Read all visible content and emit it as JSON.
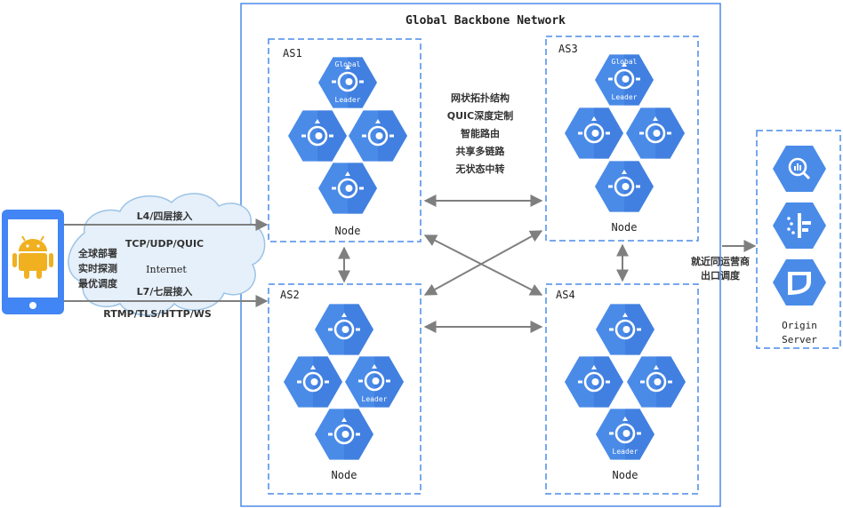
{
  "backbone": {
    "title": "Global Backbone Network"
  },
  "clusters": [
    {
      "id": "as1",
      "name": "AS1",
      "node_label": "Node"
    },
    {
      "id": "as2",
      "name": "AS2",
      "node_label": "Node"
    },
    {
      "id": "as3",
      "name": "AS3",
      "node_label": "Node"
    },
    {
      "id": "as4",
      "name": "AS4",
      "node_label": "Node"
    }
  ],
  "node_text": {
    "global_leader_line1": "Global",
    "global_leader_line2": "Leader",
    "leader": "Leader"
  },
  "features": [
    "网状拓扑结构",
    "QUIC深度定制",
    "智能路由",
    "共享多链路",
    "无状态中转"
  ],
  "client": {
    "capabilities": [
      "全球部署",
      "实时探测",
      "最优调度"
    ],
    "cloud_label": "Internet",
    "l4": {
      "title": "L4/四层接入",
      "protocols": "TCP/UDP/QUIC"
    },
    "l7": {
      "title": "L7/七层接入",
      "protocols": "RTMP/TLS/HTTP/WS"
    }
  },
  "egress": {
    "line1": "就近同运营商",
    "line2": "出口调度"
  },
  "origin": {
    "line1": "Origin",
    "line2": "Server"
  },
  "colors": {
    "blue": "#4285f4",
    "hex_blue": "#4a8be8",
    "arrow_gray": "#7f7f7f",
    "cloud_fill": "#e6f0fa",
    "cloud_stroke": "#9cc3e6",
    "android_green": "#f0b020"
  }
}
